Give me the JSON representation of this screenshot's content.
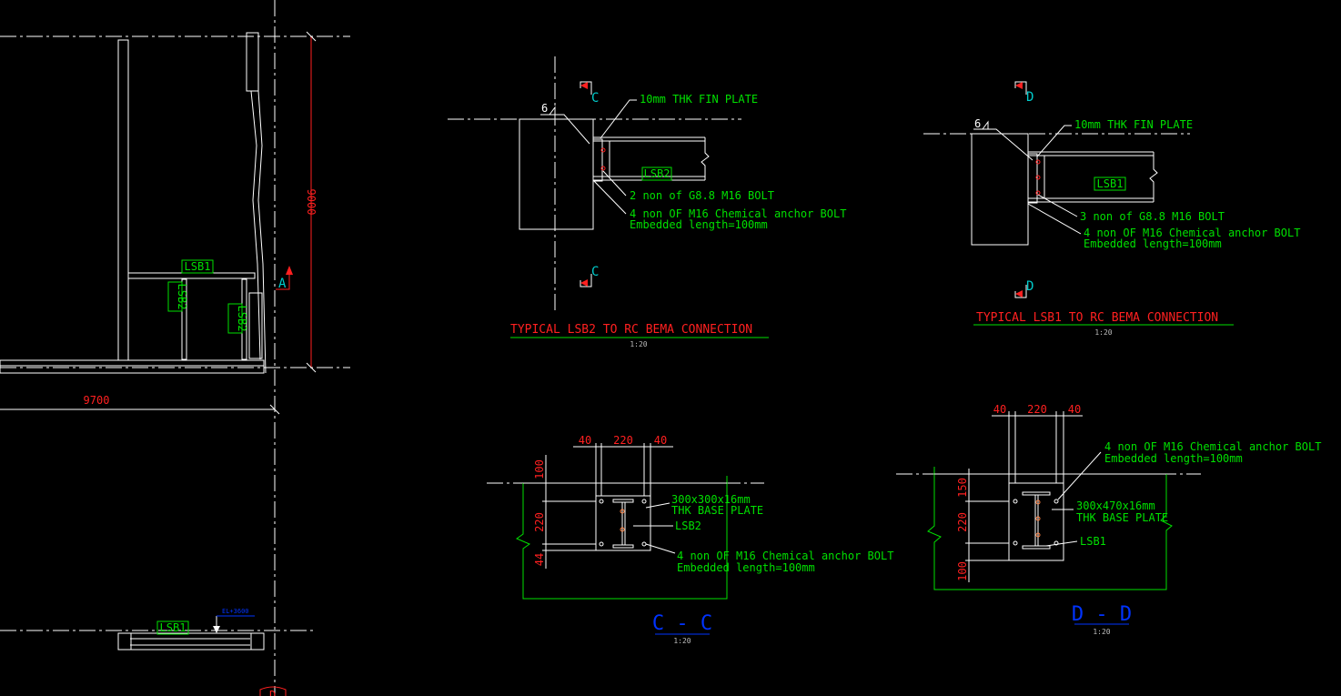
{
  "colors": {
    "background": "#000000",
    "annotation": "#00e000",
    "dimension": "#ff2020",
    "geometry": "#ffffff",
    "section_title": "#0033ff",
    "section_mark": "#00cccc"
  },
  "elevation": {
    "dim_height": "9000",
    "dim_width": "9700",
    "beam_top": "LSB1",
    "post_left": "LSB2",
    "post_right": "LSB2",
    "section_arrow": "A",
    "plan_beam": "LSB1",
    "level_note": "EL+3600",
    "bottom_mark": "D"
  },
  "detail_lsb2": {
    "title": "TYPICAL LSB2 TO RC BEMA CONNECTION",
    "scale": "1:20",
    "section_top": "C",
    "section_bottom": "C",
    "weld_size": "6",
    "fin_plate": "10mm THK FIN PLATE",
    "member": "LSB2",
    "bolt": "2 non of G8.8 M16 BOLT",
    "anchor": "4 non OF M16 Chemical anchor BOLT",
    "embedded": "Embedded length=100mm"
  },
  "detail_lsb1": {
    "title": "TYPICAL LSB1 TO RC BEMA CONNECTION",
    "scale": "1:20",
    "section_top": "D",
    "section_bottom": "D",
    "weld_size": "6",
    "fin_plate": "10mm THK FIN PLATE",
    "member": "LSB1",
    "bolt": "3 non of G8.8 M16 BOLT",
    "anchor": "4 non OF M16 Chemical anchor BOLT",
    "embedded": "Embedded length=100mm"
  },
  "section_cc": {
    "title": "C - C",
    "scale": "1:20",
    "dim_top": [
      "40",
      "220",
      "40"
    ],
    "dim_side": [
      "100",
      "220",
      "44"
    ],
    "plate_line1": "300x300x16mm",
    "plate_line2": "THK BASE PLATE",
    "member": "LSB2",
    "anchor": "4 non OF M16 Chemical anchor BOLT",
    "embedded": "Embedded length=100mm"
  },
  "section_dd": {
    "title": "D - D",
    "scale": "1:20",
    "dim_top": [
      "40",
      "220",
      "40"
    ],
    "dim_side": [
      "150",
      "220",
      "100"
    ],
    "plate_line1": "300x470x16mm",
    "plate_line2": "THK BASE PLATE",
    "member": "LSB1",
    "anchor": "4 non OF M16 Chemical anchor BOLT",
    "embedded": "Embedded length=100mm"
  }
}
